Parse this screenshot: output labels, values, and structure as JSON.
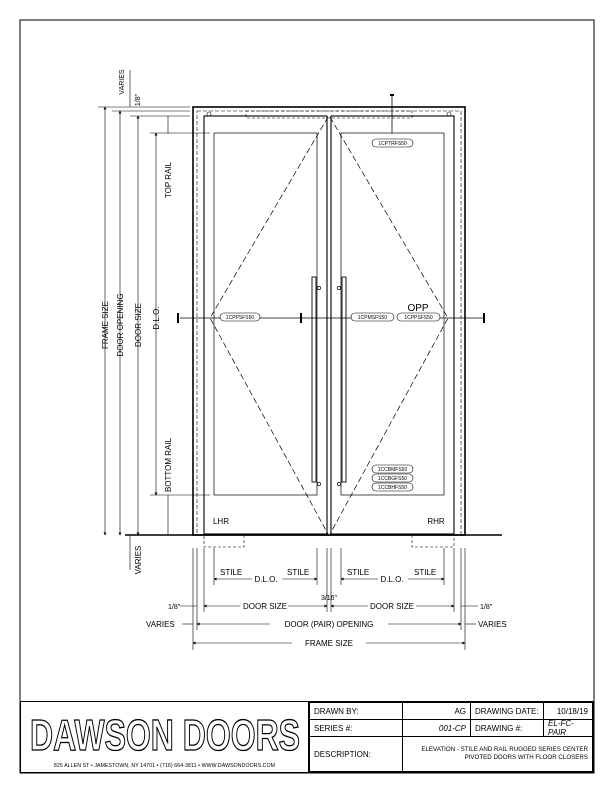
{
  "dims": {
    "varies_top": "VARIES",
    "eighth_top": "1/8\"",
    "frame_size_v": "FRAME SIZE",
    "door_opening_v": "DOOR OPENING",
    "door_size_v": "DOOR SIZE",
    "top_rail": "TOP RAIL",
    "dlo_v": "D.L.O.",
    "bottom_rail": "BOTTOM RAIL",
    "varies_bottom": "VARIES",
    "stile": "STILE",
    "dlo_h": "D.L.O.",
    "door_size_h": "DOOR SIZE",
    "center_gap": "3/16\"",
    "eighth": "1/8\"",
    "varies": "VARIES",
    "door_pair_opening": "DOOR (PAIR) OPENING",
    "frame_size_h": "FRAME SIZE"
  },
  "hardware": {
    "top_pivot": "1CPTRFS50",
    "left_pull": "1CPPSFS50",
    "center_left": "1CPMSFS50",
    "center_right": "1CPPSFS50",
    "bottom_1": "1CCBMFS50",
    "bottom_2": "1CCBGFS50",
    "bottom_3": "1CCBHFS50"
  },
  "labels": {
    "opp": "OPP",
    "lhr": "LHR",
    "rhr": "RHR"
  },
  "title_block": {
    "company": "DAWSON DOORS",
    "address": "825 ALLEN ST • JAMESTOWN, NY 14701 • (716) 664-3811 • WWW.DAWSONDOORS.COM",
    "drawn_by_label": "DRAWN BY:",
    "drawn_by": "AG",
    "drawing_date_label": "DRAWING DATE:",
    "drawing_date": "10/18/19",
    "series_label": "SERIES #:",
    "series": "001-CP",
    "drawing_no_label": "DRAWING #:",
    "drawing_no": "EL-FC-PAIR",
    "description_label": "DESCRIPTION:",
    "description": "ELEVATION - STILE AND RAIL RUGGED SERIES CENTER PIVOTED DOORS WITH FLOOR CLOSERS"
  }
}
